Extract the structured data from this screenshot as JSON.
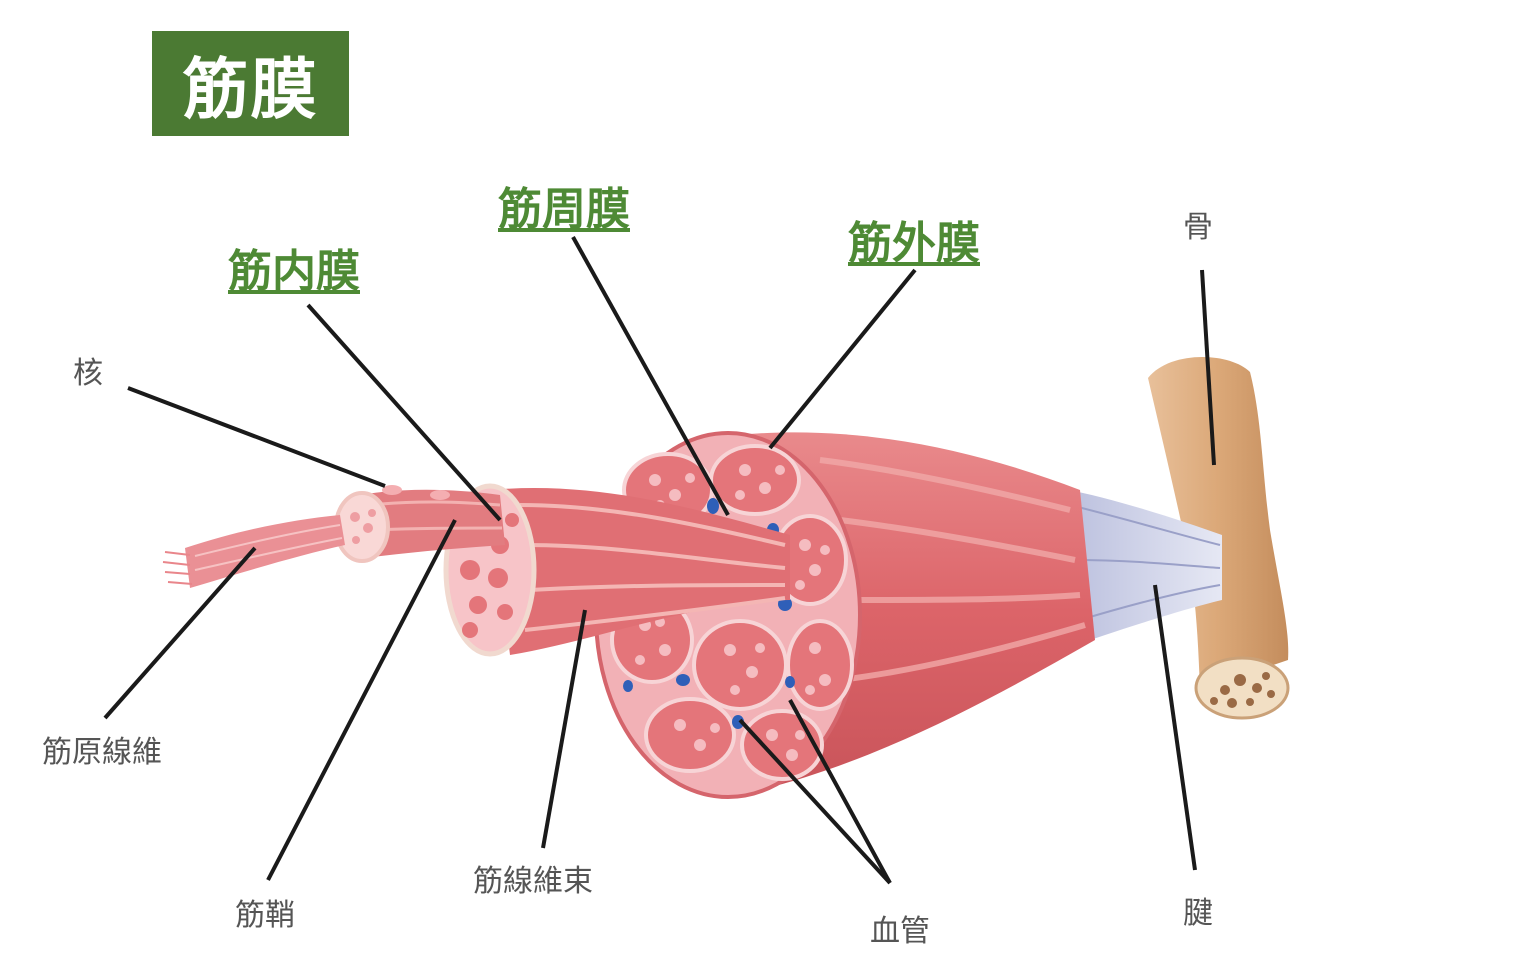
{
  "title": "筋膜",
  "headers": {
    "endomysium": "筋内膜",
    "perimysium": "筋周膜",
    "epimysium": "筋外膜"
  },
  "labels": {
    "nucleus": "核",
    "myofibril": "筋原線維",
    "sarcolemma": "筋鞘",
    "fascicle": "筋線維束",
    "blood_vessel": "血管",
    "bone": "骨",
    "tendon": "腱"
  },
  "colors": {
    "title_bg": "#4b7a33",
    "header_text": "#4e8a35",
    "muscle": "#e4757a",
    "muscle_light": "#f4b6b4",
    "tissue_pink": "#f7c4c8",
    "tendon": "#cfd3ea",
    "bone": "#dcaa78",
    "vessel": "#2f5fb8"
  }
}
